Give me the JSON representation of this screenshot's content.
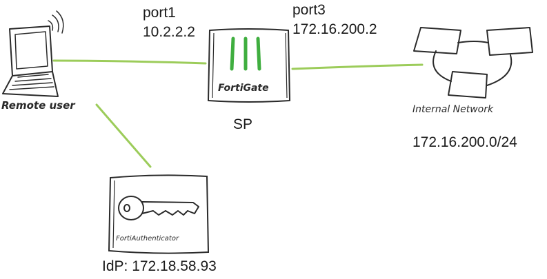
{
  "nodes": {
    "remote_user": {
      "label": "Remote user"
    },
    "fortigate": {
      "label": "FortiGate",
      "role": "SP"
    },
    "internal_network": {
      "label": "Internal Network",
      "subnet": "172.16.200.0/24"
    },
    "fortiauthenticator": {
      "label": "FortiAuthenticator",
      "role": "IdP: 172.18.58.93"
    }
  },
  "ports": {
    "port1": {
      "name": "port1",
      "ip": "10.2.2.2"
    },
    "port3": {
      "name": "port3",
      "ip": "172.16.200.2"
    }
  },
  "colors": {
    "link": "#9ccc5a",
    "fortigate_bars": "#3fae3f",
    "sketch": "#2a2a2a"
  }
}
